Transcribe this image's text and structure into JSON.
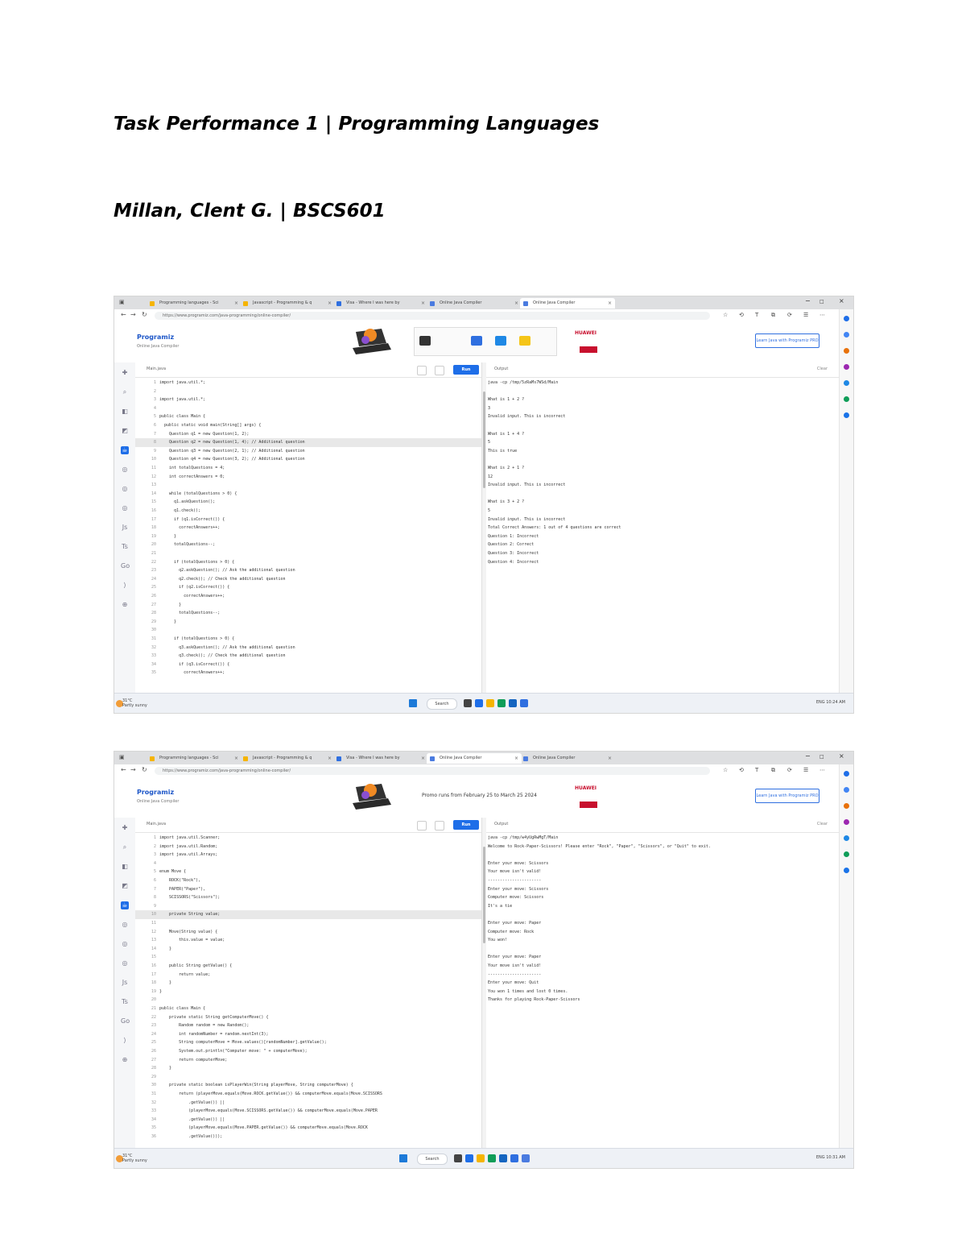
{
  "document": {
    "title": "Task Performance 1 | Programming Languages",
    "author": "Millan, Clent G. | BSCS601"
  },
  "screenshots": [
    {
      "tabs": [
        {
          "label": "Programming languages - Sci",
          "favicon_color": "#f5b400",
          "active": false
        },
        {
          "label": "Javascript - Programming & q",
          "favicon_color": "#f5b400",
          "active": false
        },
        {
          "label": "Visa - Where I was here by",
          "favicon_color": "#2f6fe0",
          "active": false
        },
        {
          "label": "Online Java Compiler",
          "favicon_color": "#4a7be0",
          "active": false
        },
        {
          "label": "Online Java Compiler",
          "favicon_color": "#4a7be0",
          "active": true
        }
      ],
      "url": "https://www.programiz.com/java-programming/online-compiler/",
      "site": {
        "logo": "Programiz",
        "logo_sub": "Online Java Compiler",
        "ad_text": "",
        "brand": "HUAWEI",
        "upgrade": "Learn Java with Programiz PRO"
      },
      "editor": {
        "filename": "Main.java",
        "run": "Run"
      },
      "output": {
        "title": "Output",
        "clear": "Clear"
      },
      "code_lines": [
        {
          "no": "1",
          "text": "import java.util.*;",
          "hl": false
        },
        {
          "no": "2",
          "text": "",
          "hl": false
        },
        {
          "no": "3",
          "text": "import java.util.*;",
          "hl": false
        },
        {
          "no": "4",
          "text": "",
          "hl": false
        },
        {
          "no": "5",
          "text": "public class Main {",
          "hl": false
        },
        {
          "no": "6",
          "text": "  public static void main(String[] args) {",
          "hl": false
        },
        {
          "no": "7",
          "text": "    Question q1 = new Question(1, 2);",
          "hl": false
        },
        {
          "no": "8",
          "text": "    Question q2 = new Question(1, 4); // Additional question",
          "hl": true
        },
        {
          "no": "9",
          "text": "    Question q3 = new Question(2, 1); // Additional question",
          "hl": false
        },
        {
          "no": "10",
          "text": "    Question q4 = new Question(3, 2); // Additional question",
          "hl": false
        },
        {
          "no": "11",
          "text": "    int totalQuestions = 4;",
          "hl": false
        },
        {
          "no": "12",
          "text": "    int correctAnswers = 0;",
          "hl": false
        },
        {
          "no": "13",
          "text": "",
          "hl": false
        },
        {
          "no": "14",
          "text": "    while (totalQuestions > 0) {",
          "hl": false
        },
        {
          "no": "15",
          "text": "      q1.askQuestion();",
          "hl": false
        },
        {
          "no": "16",
          "text": "      q1.check();",
          "hl": false
        },
        {
          "no": "17",
          "text": "      if (q1.isCorrect()) {",
          "hl": false
        },
        {
          "no": "18",
          "text": "        correctAnswers++;",
          "hl": false
        },
        {
          "no": "19",
          "text": "      }",
          "hl": false
        },
        {
          "no": "20",
          "text": "      totalQuestions--;",
          "hl": false
        },
        {
          "no": "21",
          "text": "",
          "hl": false
        },
        {
          "no": "22",
          "text": "      if (totalQuestions > 0) {",
          "hl": false
        },
        {
          "no": "23",
          "text": "        q2.askQuestion(); // Ask the additional question",
          "hl": false
        },
        {
          "no": "24",
          "text": "        q2.check(); // Check the additional question",
          "hl": false
        },
        {
          "no": "25",
          "text": "        if (q2.isCorrect()) {",
          "hl": false
        },
        {
          "no": "26",
          "text": "          correctAnswers++;",
          "hl": false
        },
        {
          "no": "27",
          "text": "        }",
          "hl": false
        },
        {
          "no": "28",
          "text": "        totalQuestions--;",
          "hl": false
        },
        {
          "no": "29",
          "text": "      }",
          "hl": false
        },
        {
          "no": "30",
          "text": "",
          "hl": false
        },
        {
          "no": "31",
          "text": "      if (totalQuestions > 0) {",
          "hl": false
        },
        {
          "no": "32",
          "text": "        q3.askQuestion(); // Ask the additional question",
          "hl": false
        },
        {
          "no": "33",
          "text": "        q3.check(); // Check the additional question",
          "hl": false
        },
        {
          "no": "34",
          "text": "        if (q3.isCorrect()) {",
          "hl": false
        },
        {
          "no": "35",
          "text": "          correctAnswers++;",
          "hl": false
        }
      ],
      "output_lines": [
        "java -cp /tmp/5zRaMs7WSd/Main",
        "",
        "What is 1 + 2 ?",
        "3",
        "Invalid input. This is incorrect",
        "",
        "What is 1 + 4 ?",
        "5",
        "This is true",
        "",
        "What is 2 + 1 ?",
        "12",
        "Invalid input. This is incorrect",
        "",
        "What is 3 + 2 ?",
        "5",
        "Invalid input. This is incorrect",
        "Total Correct Answers: 1 out of 4 questions are correct",
        "Question 1: Incorrect",
        "Question 2: Correct",
        "Question 3: Incorrect",
        "Question 4: Incorrect"
      ],
      "taskbar": {
        "weather": "31°C",
        "weather_sub": "Partly sunny",
        "search": "Search",
        "tray": "ENG  10:24 AM"
      }
    },
    {
      "tabs": [
        {
          "label": "Programming languages - Sci",
          "favicon_color": "#f5b400",
          "active": false
        },
        {
          "label": "Javascript - Programming & q",
          "favicon_color": "#f5b400",
          "active": false
        },
        {
          "label": "Visa - Where I was here by",
          "favicon_color": "#2f6fe0",
          "active": false
        },
        {
          "label": "Online Java Compiler",
          "favicon_color": "#4a7be0",
          "active": true
        },
        {
          "label": "Online Java Compiler",
          "favicon_color": "#4a7be0",
          "active": false
        }
      ],
      "url": "https://www.programiz.com/java-programming/online-compiler/",
      "site": {
        "logo": "Programiz",
        "logo_sub": "Online Java Compiler",
        "ad_text": "Promo runs from February 25 to March 25 2024",
        "brand": "HUAWEI",
        "upgrade": "Learn Java with Programiz PRO"
      },
      "editor": {
        "filename": "Main.java",
        "run": "Run"
      },
      "output": {
        "title": "Output",
        "clear": "Clear"
      },
      "code_lines": [
        {
          "no": "1",
          "text": "import java.util.Scanner;",
          "hl": false
        },
        {
          "no": "2",
          "text": "import java.util.Random;",
          "hl": false
        },
        {
          "no": "3",
          "text": "import java.util.Arrays;",
          "hl": false
        },
        {
          "no": "4",
          "text": "",
          "hl": false
        },
        {
          "no": "5",
          "text": "enum Move {",
          "hl": false
        },
        {
          "no": "6",
          "text": "    ROCK(\"Rock\"),",
          "hl": false
        },
        {
          "no": "7",
          "text": "    PAPER(\"Paper\"),",
          "hl": false
        },
        {
          "no": "8",
          "text": "    SCISSORS(\"Scissors\");",
          "hl": false
        },
        {
          "no": "9",
          "text": "",
          "hl": false
        },
        {
          "no": "10",
          "text": "    private String value;",
          "hl": true
        },
        {
          "no": "11",
          "text": "",
          "hl": false
        },
        {
          "no": "12",
          "text": "    Move(String value) {",
          "hl": false
        },
        {
          "no": "13",
          "text": "        this.value = value;",
          "hl": false
        },
        {
          "no": "14",
          "text": "    }",
          "hl": false
        },
        {
          "no": "15",
          "text": "",
          "hl": false
        },
        {
          "no": "16",
          "text": "    public String getValue() {",
          "hl": false
        },
        {
          "no": "17",
          "text": "        return value;",
          "hl": false
        },
        {
          "no": "18",
          "text": "    }",
          "hl": false
        },
        {
          "no": "19",
          "text": "}",
          "hl": false
        },
        {
          "no": "20",
          "text": "",
          "hl": false
        },
        {
          "no": "21",
          "text": "public class Main {",
          "hl": false
        },
        {
          "no": "22",
          "text": "    private static String getComputerMove() {",
          "hl": false
        },
        {
          "no": "23",
          "text": "        Random random = new Random();",
          "hl": false
        },
        {
          "no": "24",
          "text": "        int randomNumber = random.nextInt(3);",
          "hl": false
        },
        {
          "no": "25",
          "text": "        String computerMove = Move.values()[randomNumber].getValue();",
          "hl": false
        },
        {
          "no": "26",
          "text": "        System.out.println(\"Computer move: \" + computerMove);",
          "hl": false
        },
        {
          "no": "27",
          "text": "        return computerMove;",
          "hl": false
        },
        {
          "no": "28",
          "text": "    }",
          "hl": false
        },
        {
          "no": "29",
          "text": "",
          "hl": false
        },
        {
          "no": "30",
          "text": "    private static boolean isPlayerWin(String playerMove, String computerMove) {",
          "hl": false
        },
        {
          "no": "31",
          "text": "        return (playerMove.equals(Move.ROCK.getValue()) && computerMove.equals(Move.SCISSORS",
          "hl": false
        },
        {
          "no": "32",
          "text": "            .getValue()) ||",
          "hl": false
        },
        {
          "no": "33",
          "text": "            (playerMove.equals(Move.SCISSORS.getValue()) && computerMove.equals(Move.PAPER",
          "hl": false
        },
        {
          "no": "34",
          "text": "            .getValue()) ||",
          "hl": false
        },
        {
          "no": "35",
          "text": "            (playerMove.equals(Move.PAPER.getValue()) && computerMove.equals(Move.ROCK",
          "hl": false
        },
        {
          "no": "36",
          "text": "            .getValue()));",
          "hl": false
        }
      ],
      "output_lines": [
        "java -cp /tmp/w4yUgRwMgT/Main",
        "Welcome to Rock-Paper-Scissors! Please enter \"Rock\", \"Paper\", \"Scissors\", or \"Quit\" to exit.",
        "",
        "Enter your move: Scissors",
        "Your move isn't valid!",
        "----------------------",
        "Enter your move: Scissors",
        "Computer move: Scissors",
        "It's a tie",
        "",
        "Enter your move: Paper",
        "Computer move: Rock",
        "You won!",
        "",
        "Enter your move: Paper",
        "Your move isn't valid!",
        "----------------------",
        "Enter your move: Quit",
        "You won 1 times and lost 0 times.",
        "Thanks for playing Rock-Paper-Scissors"
      ],
      "taskbar": {
        "weather": "31°C",
        "weather_sub": "Partly sunny",
        "search": "Search",
        "tray": "ENG  10:31 AM"
      }
    }
  ]
}
